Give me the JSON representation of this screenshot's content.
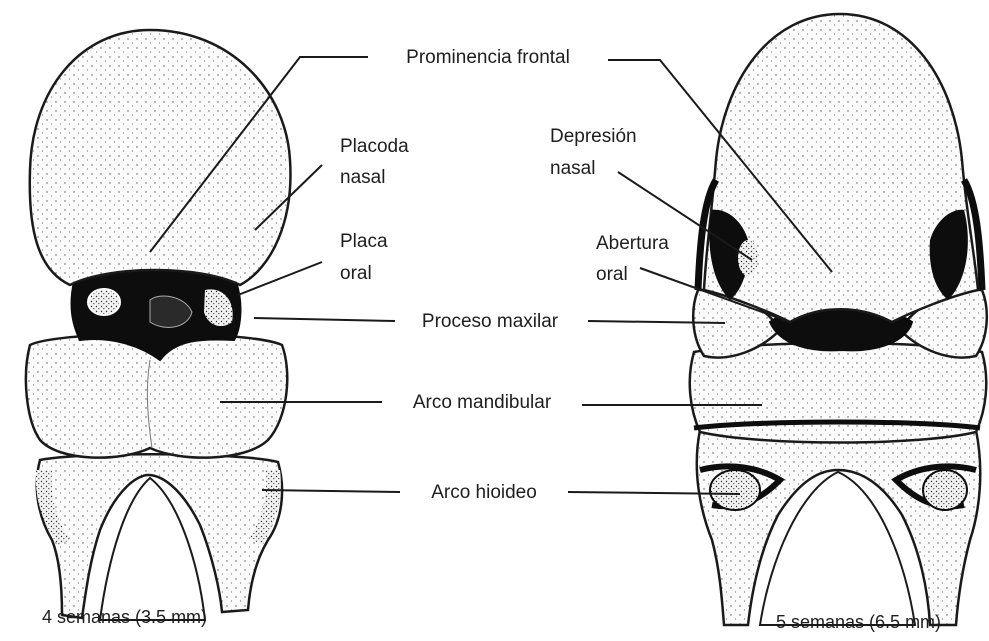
{
  "labels": {
    "frontal": "Prominencia frontal",
    "placoda_1": "Placoda",
    "placoda_2": "nasal",
    "placa_1": "Placa",
    "placa_2": "oral",
    "depresion_1": "Depresión",
    "depresion_2": "nasal",
    "abertura_1": "Abertura",
    "abertura_2": "oral",
    "maxilar": "Proceso maxilar",
    "mandibular": "Arco mandibular",
    "hioideo": "Arco hioideo"
  },
  "captions": {
    "left": "4 semanas (3.5 mm)",
    "right": "5 semanas (6.5 mm)"
  },
  "colors": {
    "ink": "#1a1a1a",
    "tissue": "#fbfbfb",
    "shadow": "#0d0d0d"
  }
}
